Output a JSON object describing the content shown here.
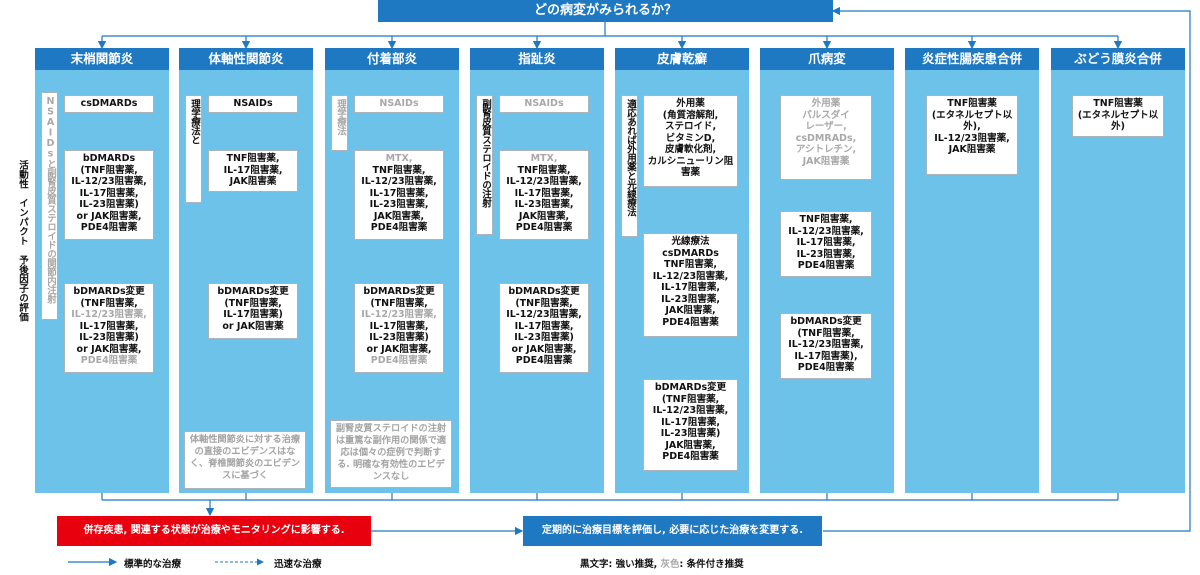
{
  "title": "どの病変がみられるか？",
  "side_label": "活動性　インパクト　予後因子の評価",
  "columns": [
    {
      "header": "末梢関節炎"
    },
    {
      "header": "体軸性関節炎"
    },
    {
      "header": "付着部炎"
    },
    {
      "header": "指趾炎"
    },
    {
      "header": "皮膚乾癬"
    },
    {
      "header": "爪病変"
    },
    {
      "header": "炎症性腸疾患合併"
    },
    {
      "header": "ぶどう膜炎合併"
    }
  ],
  "c1": {
    "vertical": "NSAIDsと副腎皮質ステロイドの関節内注射",
    "b1": "csDMARDs",
    "b2": "bDMARDs\n(TNF阻害薬,\nIL-12/23阻害薬,\nIL-17阻害薬,\nIL-23阻害薬)\nor JAK阻害薬,\nPDE4阻害薬",
    "b3_l1": "bDMARDs変更",
    "b3_l2": "(TNF阻害薬,",
    "b3_l3": "IL-12/23阻害薬,",
    "b3_l4": "IL-17阻害薬,",
    "b3_l5": "IL-23阻害薬)",
    "b3_l6": "or JAK阻害薬,",
    "b3_l7": "PDE4阻害薬"
  },
  "c2": {
    "vertical": "理学療法とNSAIDs",
    "b1": "NSAIDs",
    "b2": "TNF阻害薬,\nIL-17阻害薬,\nJAK阻害薬",
    "b3": "bDMARDs変更\n(TNF阻害薬,\nIL-17阻害薬)\nor JAK阻害薬",
    "note": "体軸性関節炎に対する治療の直接のエビデンスはなく、脊椎関節炎のエビデンスに基づく"
  },
  "c3": {
    "vertical": "理学療法",
    "b1": "NSAIDs",
    "b2_grey": "MTX,",
    "b2": "TNF阻害薬,\nIL-12/23阻害薬,\nIL-17阻害薬,\nIL-23阻害薬,\nJAK阻害薬,\nPDE4阻害薬",
    "b3_l1": "bDMARDs変更",
    "b3_l2": "(TNF阻害薬,",
    "b3_l3": "IL-12/23阻害薬,",
    "b3_l4": "IL-17阻害薬,",
    "b3_l5": "IL-23阻害薬)",
    "b3_l6": "or JAK阻害薬,",
    "b3_l7": "PDE4阻害薬",
    "note": "副腎皮質ステロイドの注射は重篤な副作用の関係で適応は個々の症例で判断する. 明確な有効性のエビデンスなし"
  },
  "c4": {
    "vertical": "副腎皮質ステロイドの注射",
    "b1": "NSAIDs",
    "b2_grey": "MTX,",
    "b2": "TNF阻害薬,\nIL-12/23阻害薬,\nIL-17阻害薬,\nIL-23阻害薬,\nJAK阻害薬,\nPDE4阻害薬",
    "b3": "bDMARDs変更\n(TNF阻害薬,\nIL-12/23阻害薬,\nIL-17阻害薬,\nIL-23阻害薬)\nor JAK阻害薬,\nPDE4阻害薬"
  },
  "c5": {
    "vertical": "適応あれば外用薬と光線療法",
    "b1": "外用薬\n(角質溶解剤,\nステロイド,\nビタミンD,\n皮膚軟化剤,\nカルシニューリン阻害薬",
    "b2": "光線療法\ncsDMARDs\nTNF阻害薬,\nIL-12/23阻害薬,\nIL-17阻害薬,\nIL-23阻害薬,\nJAK阻害薬,\nPDE4阻害薬",
    "b3": "bDMARDs変更\n(TNF阻害薬,\nIL-12/23阻害薬,\nIL-17阻害薬,\nIL-23阻害薬)\nJAK阻害薬,\nPDE4阻害薬"
  },
  "c6": {
    "b1": "外用薬\nパルスダイ\nレーザー,\ncsDMRADs,\nアシトレチン,\nJAK阻害薬",
    "b2": "TNF阻害薬,\nIL-12/23阻害薬,\nIL-17阻害薬,\nIL-23阻害薬,\nPDE4阻害薬",
    "b3": "bDMARDs変更\n(TNF阻害薬,\nIL-12/23阻害薬,\nIL-17阻害薬),\nPDE4阻害薬"
  },
  "c7": {
    "b1": "TNF阻害薬\n(エタネルセプト以外),\nIL-12/23阻害薬,\nJAK阻害薬"
  },
  "c8": {
    "b1": "TNF阻害薬\n(エタネルセプト以外)"
  },
  "bottom_left": "併存疾患, 関連する状態が治療やモニタリングに影響する.",
  "bottom_right": "定期的に治療目標を評価し, 必要に応じた治療を変更する.",
  "legend": {
    "standard": "標準的な治療",
    "rapid": "迅速な治療",
    "key_black": "黒文字: 強い推奨,",
    "key_grey": "灰色",
    "key_grey_rest": ": 条件付き推奨"
  },
  "colors": {
    "blue": "#1e78c2",
    "column": "#6cc2e8",
    "red": "#e8000e",
    "grey_text": "#a8a8a8"
  }
}
